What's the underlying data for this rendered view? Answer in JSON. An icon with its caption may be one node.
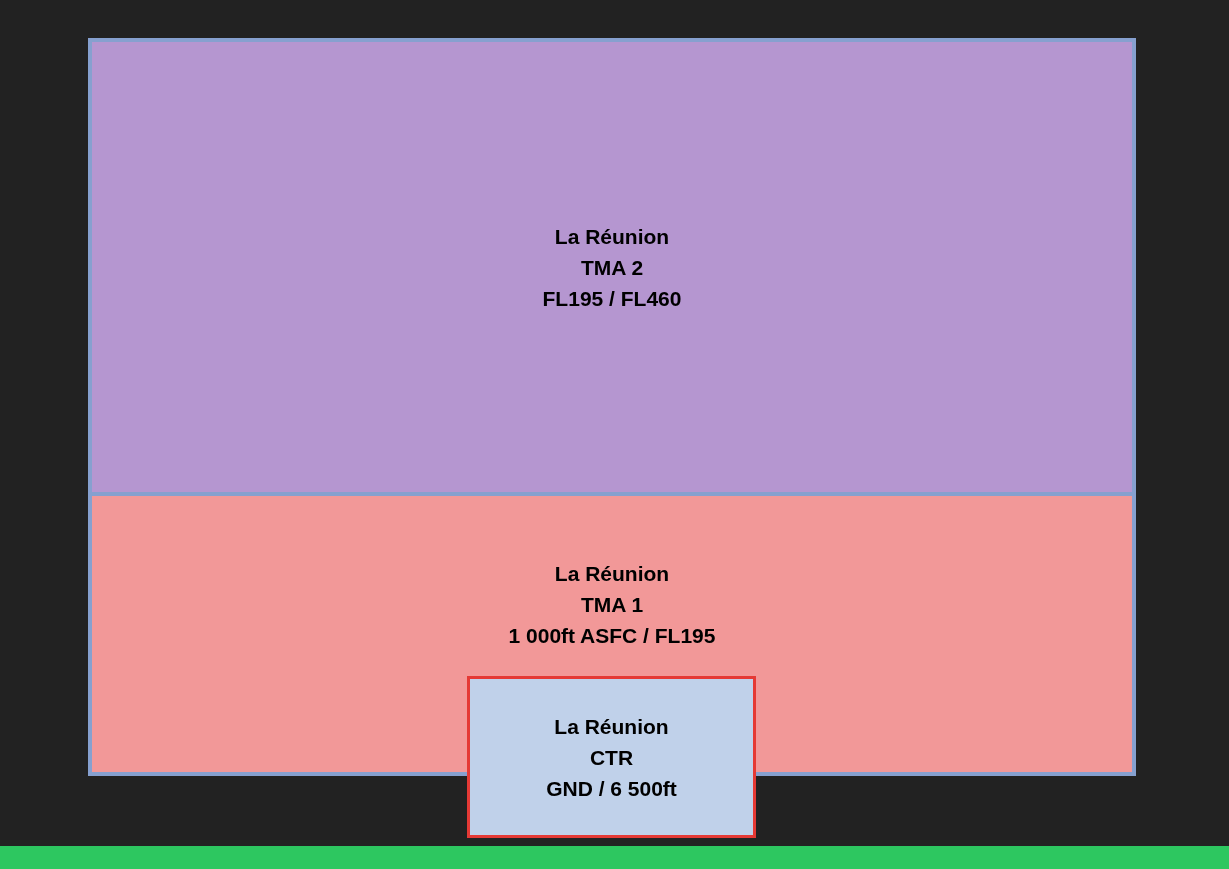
{
  "diagram": {
    "nodes": [
      {
        "text": [
          "La Réunion",
          "TMA 2",
          "FL195 / FL460"
        ]
      },
      {
        "text": [
          "La Réunion",
          "TMA 1",
          "1 000ft ASFC / FL195"
        ]
      },
      {
        "text": [
          "La Réunion",
          "CTR",
          "GND / 6 500ft"
        ]
      }
    ]
  }
}
